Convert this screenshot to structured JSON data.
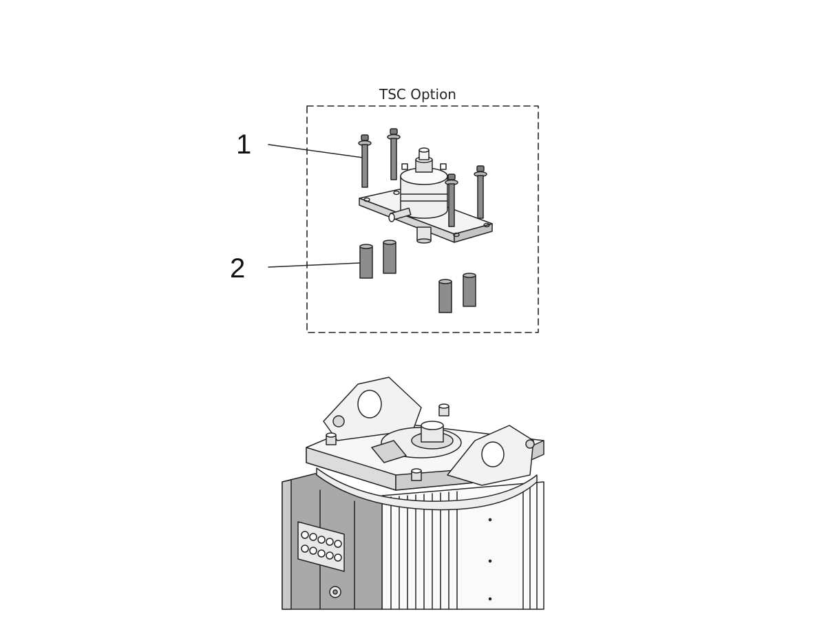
{
  "diagram": {
    "option_box": {
      "title": "TSC Option"
    },
    "callouts": [
      {
        "number": "1",
        "part": "bolt"
      },
      {
        "number": "2",
        "part": "spacer-sleeve"
      }
    ],
    "colors": {
      "line": "#222222",
      "metal": "#8a8a8a",
      "housing": "#a9a9a9",
      "background": "#ffffff"
    }
  }
}
